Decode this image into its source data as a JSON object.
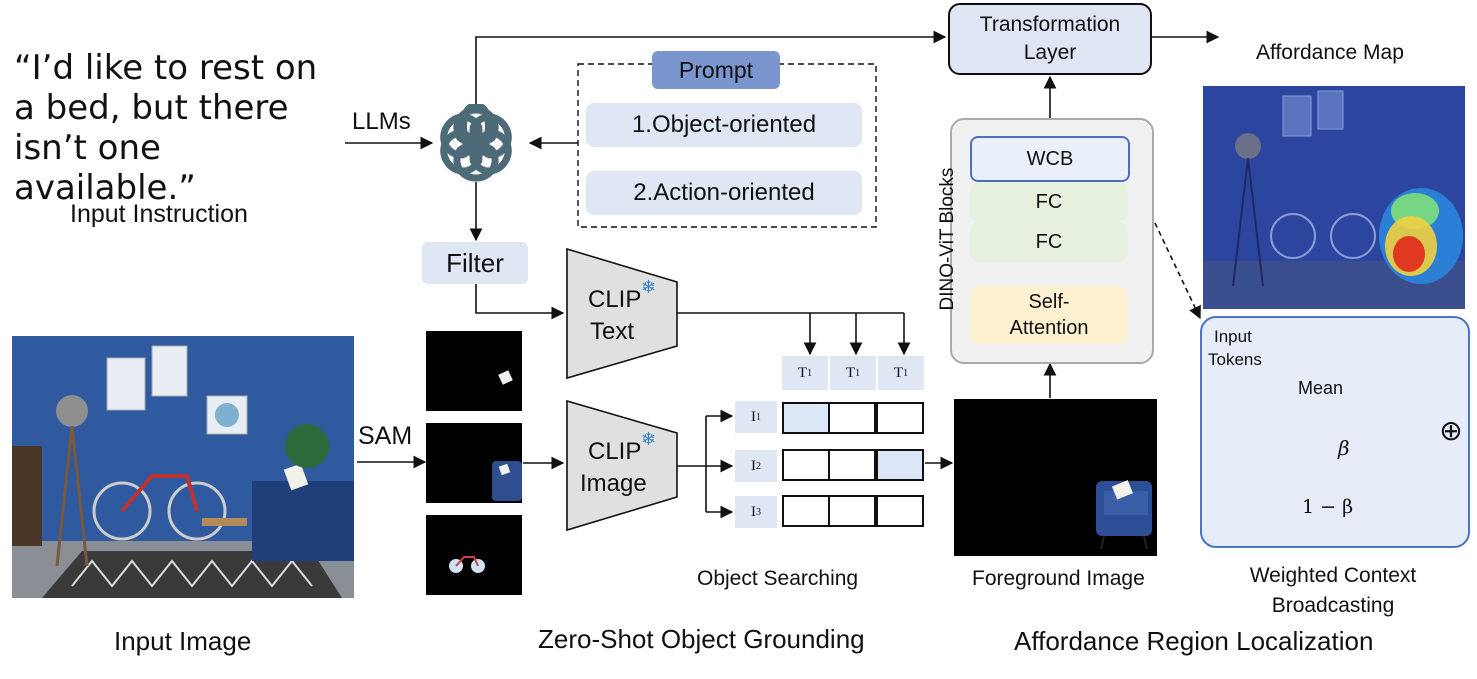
{
  "input_instruction": {
    "quote": "“I’d like to rest on\na bed, but there\nisn’t one available.”",
    "caption": "Input Instruction"
  },
  "llms_label": "LLMs",
  "prompt": {
    "title": "Prompt",
    "item1": "1.Object-oriented",
    "item2": "2.Action-oriented"
  },
  "filter_label": "Filter",
  "clip_text": {
    "line1": "CLIP",
    "line2": "Text"
  },
  "clip_image": {
    "line1": "CLIP",
    "line2": "Image"
  },
  "sam_label": "SAM",
  "text_tokens": [
    "T",
    "T",
    "T"
  ],
  "text_token_sub": "1",
  "image_tokens": [
    {
      "label": "I",
      "sub": "1"
    },
    {
      "label": "I",
      "sub": "2"
    },
    {
      "label": "I",
      "sub": "3"
    }
  ],
  "object_searching": "Object Searching",
  "foreground_image": "Foreground Image",
  "transformation_layer": {
    "line1": "Transformation",
    "line2": "Layer"
  },
  "affordance_map": "Affordance Map",
  "dino": {
    "title": "DINO-ViT Blocks",
    "wcb": "WCB",
    "fc1": "FC",
    "fc2": "FC",
    "sa_line1": "Self-",
    "sa_line2": "Attention"
  },
  "wcb_panel": {
    "input_tokens_line1": "Input",
    "input_tokens_line2": "Tokens",
    "mean": "Mean",
    "beta": "β",
    "one_minus_beta": "1 − β",
    "oplus": "⊕",
    "caption_line1": "Weighted Context",
    "caption_line2": "Broadcasting"
  },
  "section_captions": {
    "input_image": "Input Image",
    "zero_shot": "Zero-Shot Object Grounding",
    "affordance": "Affordance Region Localization"
  },
  "colors": {
    "accent_blue": "#7b96cf",
    "light_blue": "#dfe7f5",
    "panel_border": "#4c74c8",
    "fc_green": "#e6f1df",
    "sa_yellow": "#fdf1d2",
    "room_blue": "#2f5aa0"
  },
  "icons": [
    "openai-logo-icon",
    "snowflake-icon"
  ]
}
